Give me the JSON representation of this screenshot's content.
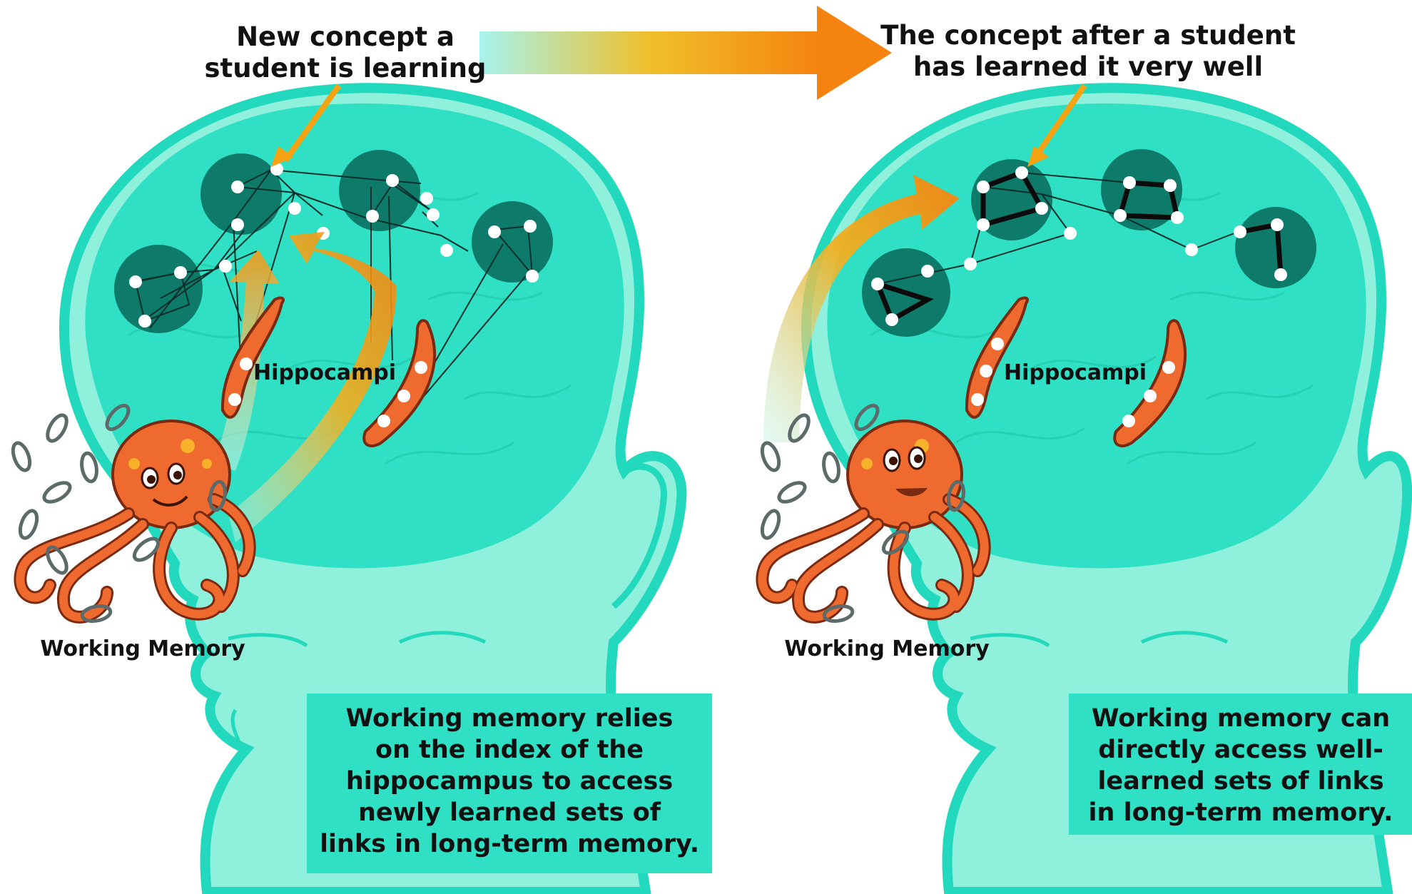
{
  "colors": {
    "head_fill": "#8ff0dc",
    "head_outline": "#22d9bd",
    "brain": "#2fe0c4",
    "cluster": "#0e7a6a",
    "node": "#ffffff",
    "octopus": "#ef6a2e",
    "arrow_start": "#a7f3ee",
    "arrow_end": "#f5830f",
    "box": "#2fe0c4"
  },
  "left_panel": {
    "top_label_lines": [
      "New concept a",
      "student is learning"
    ],
    "hippocampi_label": "Hippocampi",
    "working_memory_label": "Working Memory",
    "caption_lines": [
      "Working memory relies",
      "on the index of the",
      "hippocampus to access",
      "newly learned sets of",
      "links in long-term memory."
    ]
  },
  "right_panel": {
    "top_label_lines": [
      "The concept after a student",
      "has learned it very well"
    ],
    "hippocampi_label": "Hippocampi",
    "working_memory_label": "Working Memory",
    "caption_lines": [
      "Working memory can",
      "directly access well-",
      "learned sets of links",
      "in long-term memory."
    ]
  },
  "icons": {
    "transition_arrow": "big-right-arrow-icon",
    "octopus": "octopus-icon",
    "chain_link": "chain-link-icon"
  }
}
